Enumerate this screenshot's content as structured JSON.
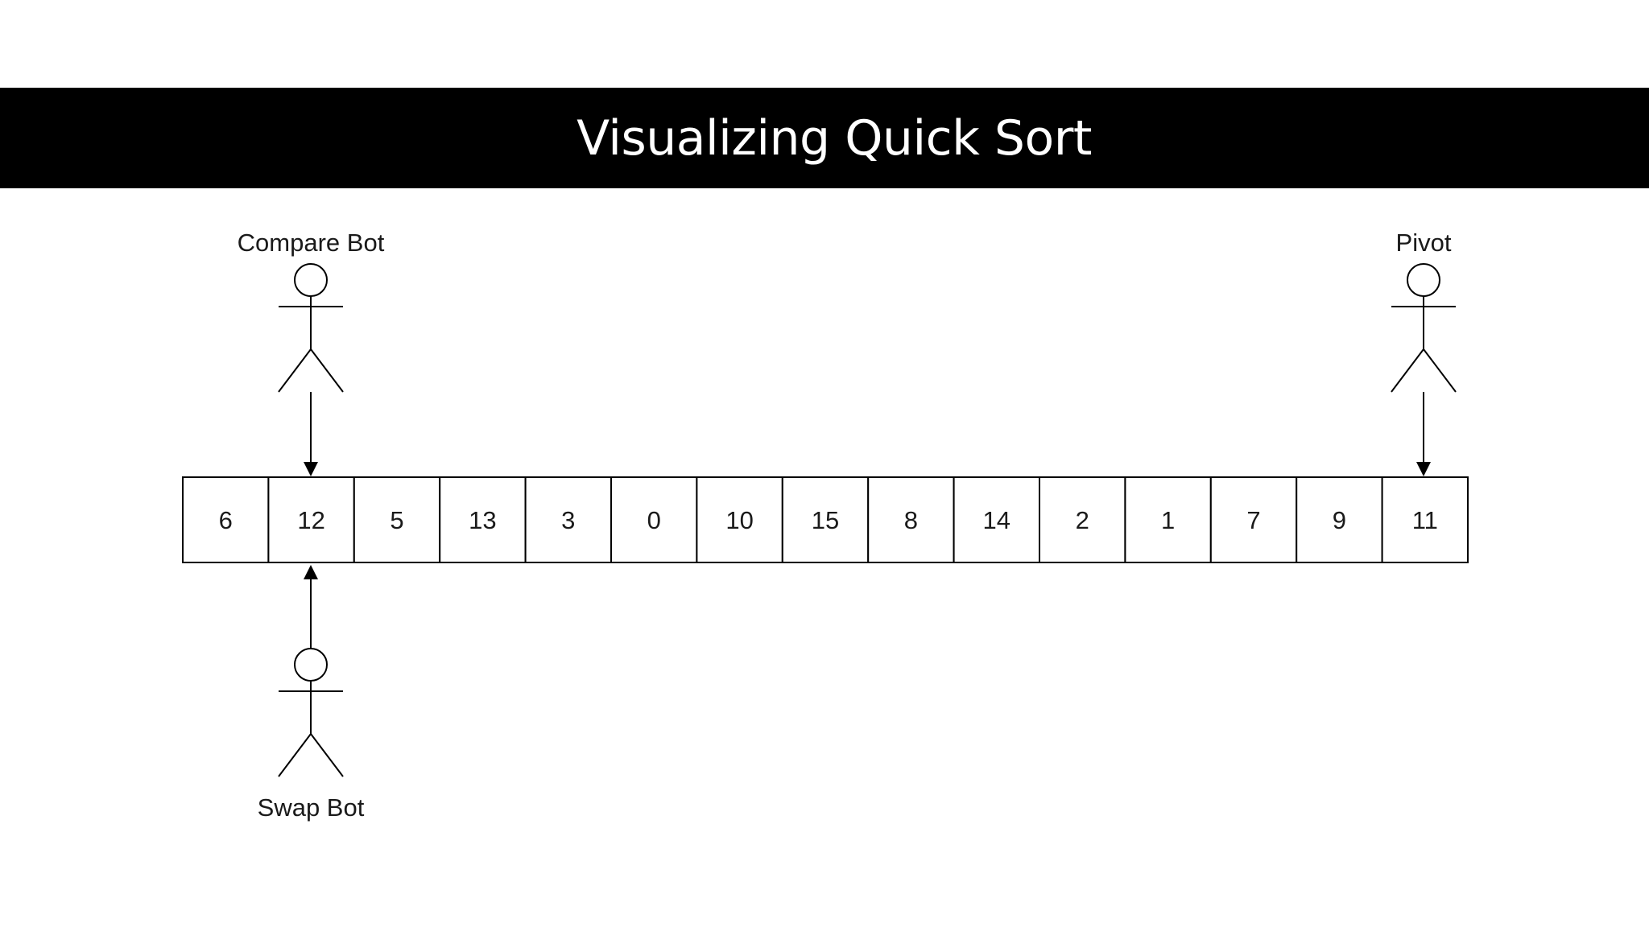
{
  "title": "Visualizing Quick Sort",
  "array": [
    "6",
    "12",
    "5",
    "13",
    "3",
    "0",
    "10",
    "15",
    "8",
    "14",
    "2",
    "1",
    "7",
    "9",
    "11"
  ],
  "actors": {
    "compare_bot": {
      "label": "Compare Bot",
      "points_to_index": 1
    },
    "swap_bot": {
      "label": "Swap Bot",
      "points_to_index": 1
    },
    "pivot": {
      "label": "Pivot",
      "points_to_index": 14
    }
  }
}
